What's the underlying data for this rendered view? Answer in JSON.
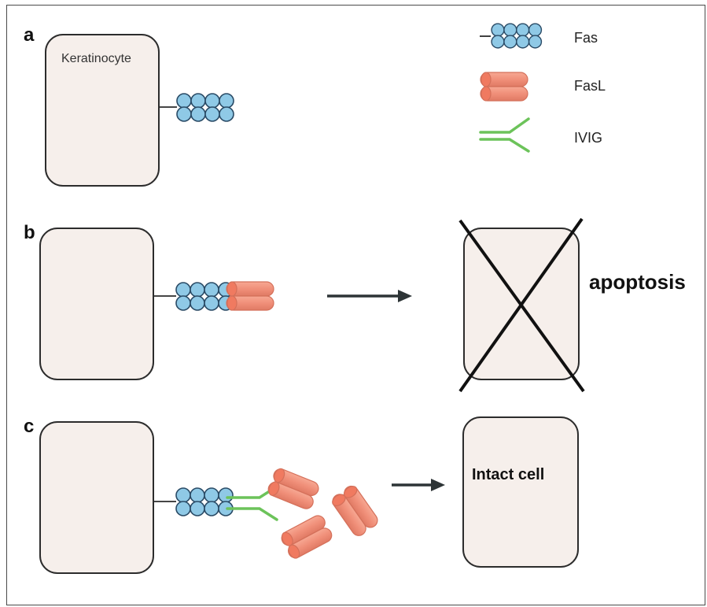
{
  "panels": {
    "a": "a",
    "b": "b",
    "c": "c"
  },
  "cell_label": "Keratinocyte",
  "legend": [
    {
      "symbol": "fas-icon",
      "label": "Fas"
    },
    {
      "symbol": "fasl-icon",
      "label": "FasL"
    },
    {
      "symbol": "ivig-icon",
      "label": "IVIG"
    }
  ],
  "outcome_b": "apoptosis",
  "outcome_c": "Intact cell",
  "colors": {
    "fas": "#8fc9e6",
    "fasl": "#f3957f",
    "ivig": "#6cc35a",
    "cell": "#f6efeb"
  }
}
